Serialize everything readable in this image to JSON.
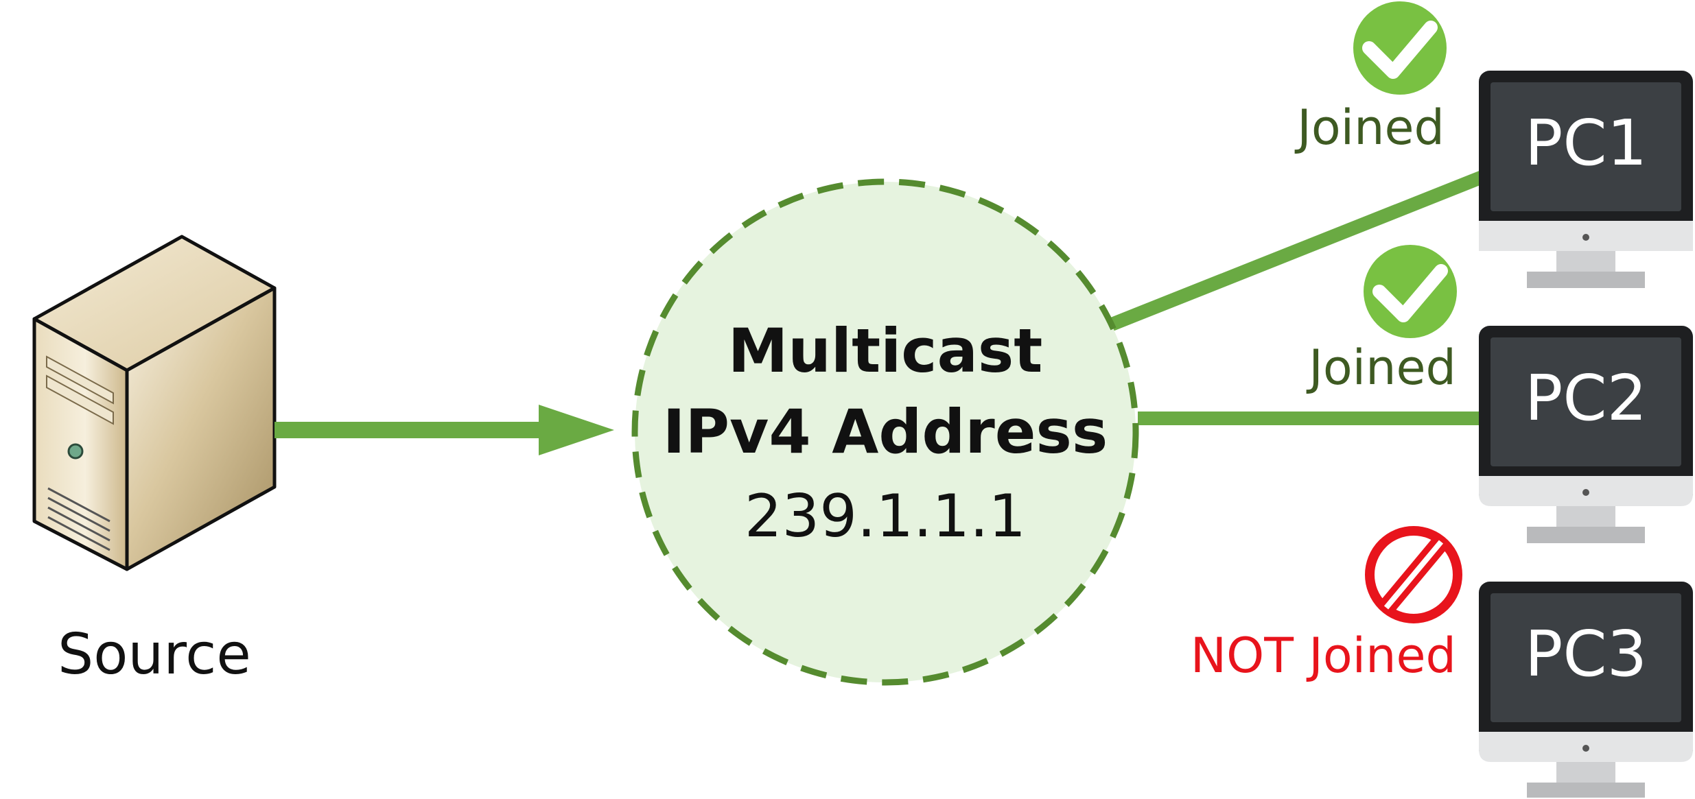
{
  "source": {
    "label": "Source"
  },
  "multicast_group": {
    "title_line1": "Multicast",
    "title_line2": "IPv4 Address",
    "address": "239.1.1.1"
  },
  "hosts": [
    {
      "name": "PC1",
      "status": "Joined",
      "status_icon": "check-icon"
    },
    {
      "name": "PC2",
      "status": "Joined",
      "status_icon": "check-icon"
    },
    {
      "name": "PC3",
      "status": "NOT Joined",
      "status_icon": "prohibited-icon"
    }
  ],
  "colors": {
    "link_green": "#6aaa43",
    "circle_fill": "#e6f3df",
    "circle_stroke": "#558b2f",
    "joined_text": "#3e5a22",
    "check_green": "#79c142",
    "not_joined_red": "#e8141c",
    "monitor_dark": "#3c4044",
    "monitor_bezel": "#1e1f21",
    "monitor_stand": "#c8c9cb",
    "server_beige": "#e3d3b0"
  }
}
